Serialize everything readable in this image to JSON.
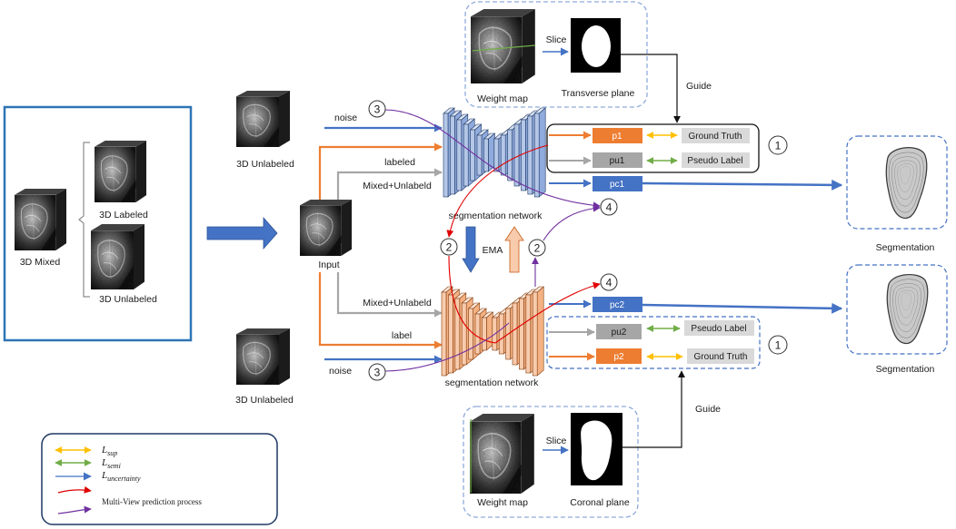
{
  "left_panel": {
    "mixed": "3D Mixed",
    "labeled": "3D Labeled",
    "unlabeled": "3D Unlabeled"
  },
  "inputs": {
    "top_unlabeled": "3D Unlabeled",
    "input": "Input",
    "bottom_unlabeled": "3D Unlabeled"
  },
  "edges": {
    "noise_top": "noise",
    "labeled": "labeled",
    "mixed_unlabeled_top": "Mixed+Unlabeld",
    "mixed_unlabeled_bottom": "Mixed+Unlabeld",
    "label": "label",
    "noise_bottom": "noise"
  },
  "networks": {
    "top_name": "segmentation network",
    "bottom_name": "segmentation network",
    "ema": "EMA"
  },
  "markers": {
    "one": "1",
    "two": "2",
    "three": "3",
    "four": "4"
  },
  "top_branch": {
    "p1": "p1",
    "ground_truth": "Ground Truth",
    "pu1": "pu1",
    "pseudo_label": "Pseudo Label",
    "pc1": "pc1"
  },
  "bottom_branch": {
    "pc2": "pc2",
    "pu2": "pu2",
    "pseudo_label": "Pseudo Label",
    "p2": "p2",
    "ground_truth": "Ground Truth"
  },
  "segmentation": {
    "top": "Segmentation",
    "bottom": "Segmentation"
  },
  "weight_map_top": {
    "slice": "Slice",
    "weight_map": "Weight map",
    "plane": "Transverse plane",
    "guide": "Guide"
  },
  "weight_map_bottom": {
    "slice": "Slice",
    "weight_map": "Weight map",
    "plane": "Coronal plane",
    "guide": "Guide"
  },
  "legend": {
    "sup": {
      "symbol": "L",
      "sub": "sup"
    },
    "semi": {
      "symbol": "L",
      "sub": "semi"
    },
    "uncertainty": {
      "symbol": "L",
      "sub": "uncertainty"
    },
    "multiview": "Multi-View prediction process"
  },
  "colors": {
    "supervised": "#ffc000",
    "semi_supervised": "#70ad47",
    "uncertainty": "#4472c4",
    "multiview_red": "#e00000",
    "multiview_purple": "#7030a0",
    "labeled_path": "#ed7d31",
    "unlabeled_path": "#a6a6a6",
    "student_network": "#b4c7e7",
    "teacher_network": "#f8cbad"
  }
}
